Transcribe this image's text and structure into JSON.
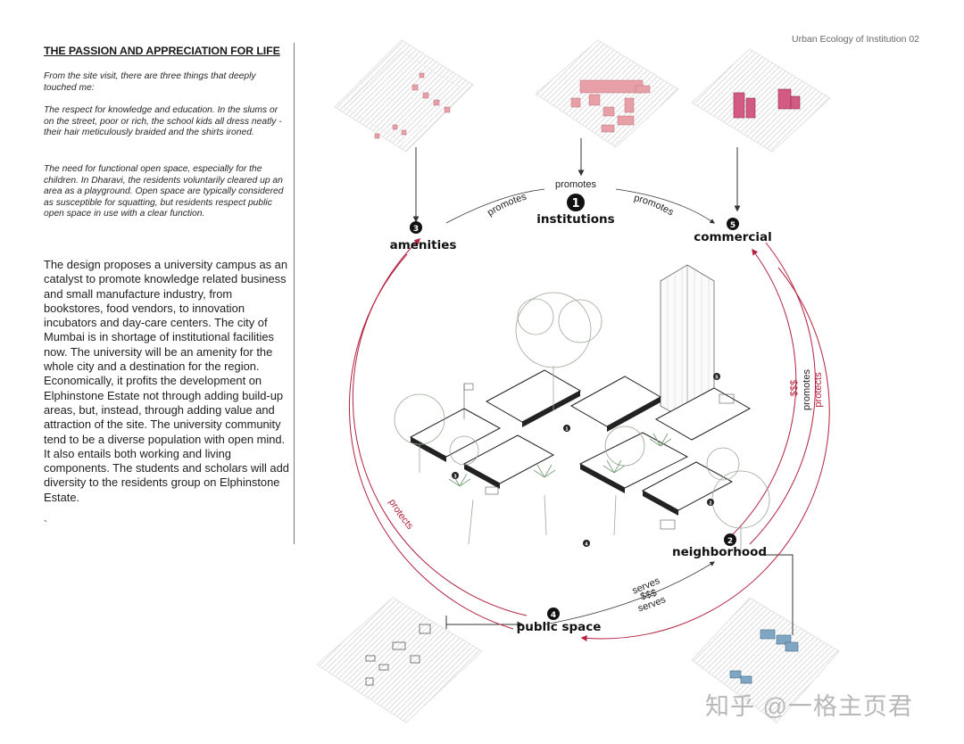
{
  "page_tag": "Urban Ecology of Institution 02",
  "left_panel": {
    "heading": "THE PASSION AND APPRECIATION FOR LIFE",
    "intro": "From the site visit, there are three things that deeply touched me:",
    "para1": "The respect for knowledge and education. In the slums or on the street, poor or rich, the school kids all dress neatly - their hair meticulously braided and the shirts ironed.",
    "para2": "The need for functional open space, especially for the children. In Dharavi, the residents voluntarily cleared up an area as a playground. Open space are typically considered as susceptible for squatting, but residents respect public open space in use with a clear function.",
    "body": "The design proposes a university campus as an catalyst to promote knowledge related business and small manufacture industry, from bookstores, food vendors, to innovation incubators and day-care centers. The city of Mumbai is in shortage of institutional facilities now. The university will be an amenity for the whole city and a destination for the region. Economically, it profits the development on Elphinstone Estate not through adding build-up areas, but, instead, through adding value and attraction of the site. The university community tend to be a diverse population with open mind. It also entails both working and living components. The students and scholars will add diversity to the residents group on Elphinstone Estate.",
    "body_tail": "`"
  },
  "diagram": {
    "nodes": {
      "institutions": {
        "number": "1",
        "label": "institutions"
      },
      "neighborhood": {
        "number": "2",
        "label": "neighborhood"
      },
      "amenities": {
        "number": "3",
        "label": "amenities"
      },
      "public_space": {
        "number": "4",
        "label": "public space"
      },
      "commercial": {
        "number": "5",
        "label": "commercial"
      }
    },
    "arc_labels": {
      "promotes_top": "promotes",
      "promotes_left": "promotes",
      "promotes_right": "promotes",
      "right_money": "$$$",
      "right_promotes": "promotes",
      "right_protects": "protects",
      "left_protects": "protects",
      "bottom_serves_1": "serves",
      "bottom_money": "$$$",
      "bottom_serves_2": "serves"
    },
    "callouts": {
      "c1": "1",
      "c2": "2",
      "c3": "3",
      "c4": "4",
      "c5": "5"
    },
    "colors": {
      "accent_red": "#b3213f",
      "ink": "#222222",
      "block_pink": "#e8a0a8",
      "block_magenta": "#d35a82",
      "block_blue": "#7fa7c3"
    }
  },
  "watermark": "知乎 @一格主页君"
}
